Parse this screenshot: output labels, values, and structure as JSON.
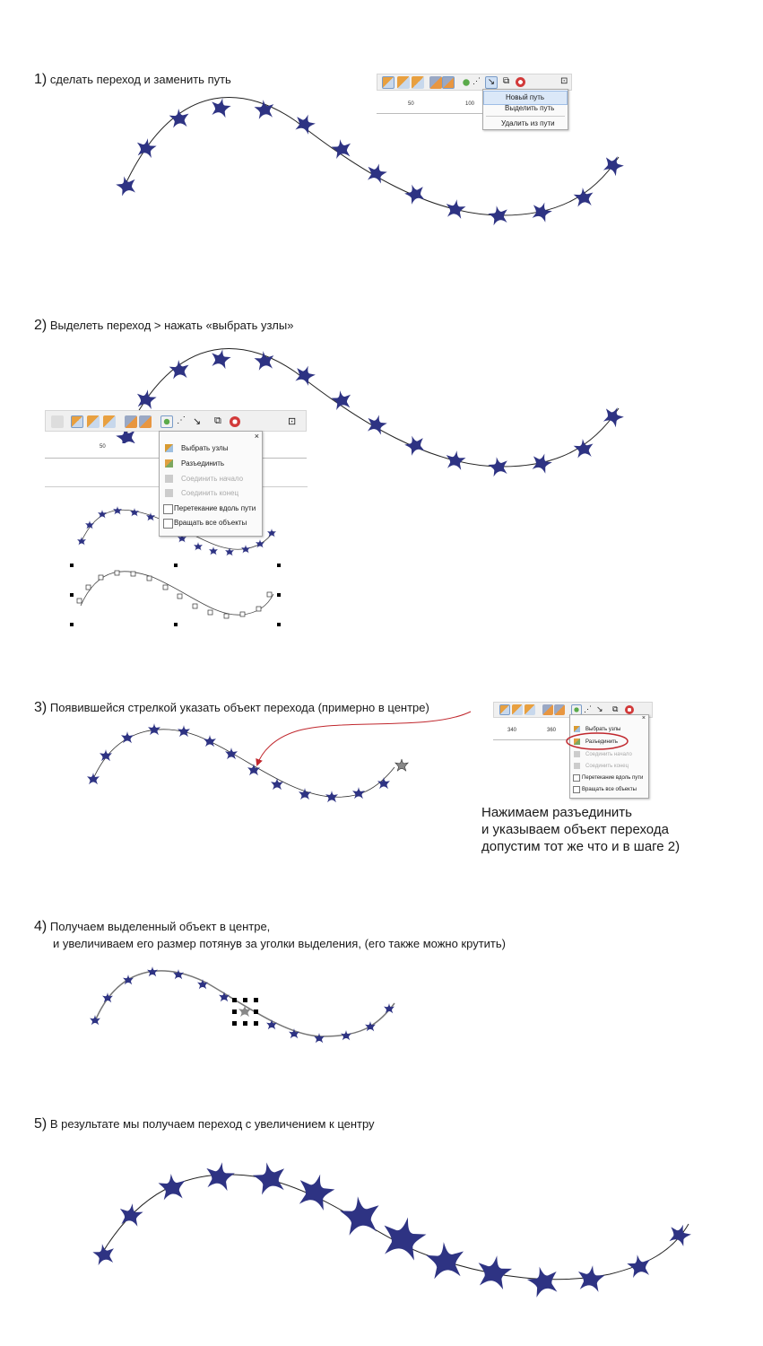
{
  "steps": [
    {
      "num": "1)",
      "text": "сделать переход и заменить путь"
    },
    {
      "num": "2)",
      "text": "Выделеть переход > нажать «выбрать узлы»"
    },
    {
      "num": "3)",
      "text": "Появившейся стрелкой указать объект перехода (примерно в центре)"
    },
    {
      "num": "4)",
      "text": "Получаем выделенный объект в центре,"
    },
    {
      "num": "5)",
      "text": "В результате мы получаем переход с увеличением к центру"
    }
  ],
  "step4_line2": "и увеличиваем его размер потянув за уголки выделения, (его также можно крутить)",
  "menu1": {
    "ruler": [
      "50",
      "100"
    ],
    "items": [
      "Новый путь",
      "Выделить путь",
      "Удалить из пути"
    ]
  },
  "menu2": {
    "ruler": [
      "50"
    ],
    "close": "×",
    "items": [
      "Выбрать узлы",
      "Разъединить",
      "Соединить начало",
      "Соединить конец",
      "Перетекание вдоль пути",
      "Вращать все объекты"
    ]
  },
  "menu3": {
    "ruler": [
      "340",
      "360"
    ],
    "close": "×",
    "items": [
      "Выбрать узлы",
      "Разъединить",
      "Соединить начало",
      "Соединить конец",
      "Перетекание вдоль пути",
      "Вращать все объекты"
    ]
  },
  "note3": [
    "Нажимаем разъединить",
    "и указываем объект перехода",
    "допустим тот же что и в шаге 2)"
  ],
  "colors": {
    "star": "#2e3383",
    "arrow": "#c0272d",
    "circle": "#c0272d"
  }
}
